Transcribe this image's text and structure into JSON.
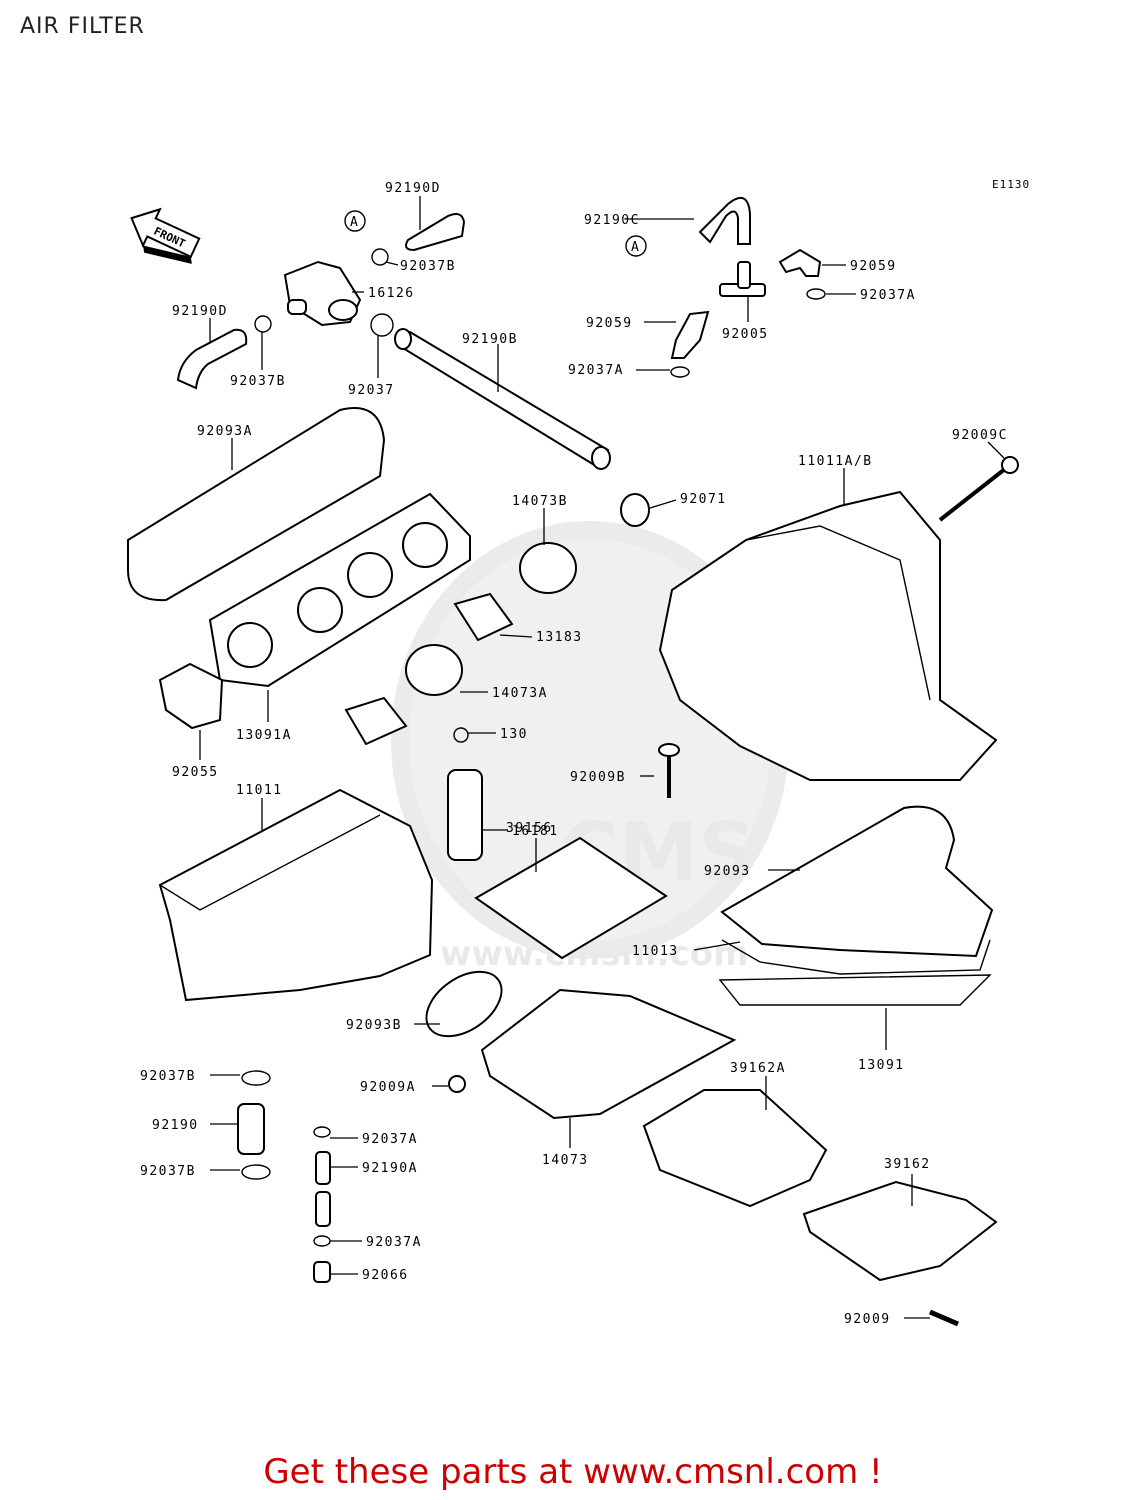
{
  "title": "AIR FILTER",
  "diagram_code": "E1130",
  "front_label": "FRONT",
  "footer": "Get these parts at www.cmsnl.com !",
  "watermark": {
    "url": "www.cmsnl.com",
    "brand": "CMS"
  },
  "callouts": [
    {
      "id": "c1",
      "text": "92190D"
    },
    {
      "id": "c2",
      "text": "92037B"
    },
    {
      "id": "c3",
      "text": "16126"
    },
    {
      "id": "c4",
      "text": "92190D"
    },
    {
      "id": "c5",
      "text": "92037B"
    },
    {
      "id": "c6",
      "text": "92037"
    },
    {
      "id": "c7",
      "text": "92190B"
    },
    {
      "id": "c8",
      "text": "92190C"
    },
    {
      "id": "c9",
      "text": "92059"
    },
    {
      "id": "c10",
      "text": "92037A"
    },
    {
      "id": "c11",
      "text": "92059"
    },
    {
      "id": "c12",
      "text": "92005"
    },
    {
      "id": "c13",
      "text": "92037A"
    },
    {
      "id": "c14",
      "text": "92093A"
    },
    {
      "id": "c15",
      "text": "14073B"
    },
    {
      "id": "c16",
      "text": "92071"
    },
    {
      "id": "c17",
      "text": "11011A/B"
    },
    {
      "id": "c18",
      "text": "92009C"
    },
    {
      "id": "c19",
      "text": "13183"
    },
    {
      "id": "c20",
      "text": "14073A"
    },
    {
      "id": "c21",
      "text": "130"
    },
    {
      "id": "c22",
      "text": "13091A"
    },
    {
      "id": "c23",
      "text": "92055"
    },
    {
      "id": "c24",
      "text": "11011"
    },
    {
      "id": "c25",
      "text": "92009B"
    },
    {
      "id": "c26",
      "text": "16181"
    },
    {
      "id": "c27",
      "text": "39156"
    },
    {
      "id": "c28",
      "text": "92093"
    },
    {
      "id": "c29",
      "text": "11013"
    },
    {
      "id": "c30",
      "text": "92093B"
    },
    {
      "id": "c31",
      "text": "92037B"
    },
    {
      "id": "c32",
      "text": "92009A"
    },
    {
      "id": "c33",
      "text": "39162A"
    },
    {
      "id": "c34",
      "text": "13091"
    },
    {
      "id": "c35",
      "text": "92190"
    },
    {
      "id": "c36",
      "text": "92037A"
    },
    {
      "id": "c37",
      "text": "92037B"
    },
    {
      "id": "c38",
      "text": "92190A"
    },
    {
      "id": "c39",
      "text": "14073"
    },
    {
      "id": "c40",
      "text": "39162"
    },
    {
      "id": "c41",
      "text": "92037A"
    },
    {
      "id": "c42",
      "text": "92066"
    },
    {
      "id": "c43",
      "text": "92009"
    },
    {
      "id": "c44",
      "text": "A"
    },
    {
      "id": "c45",
      "text": "A"
    }
  ]
}
